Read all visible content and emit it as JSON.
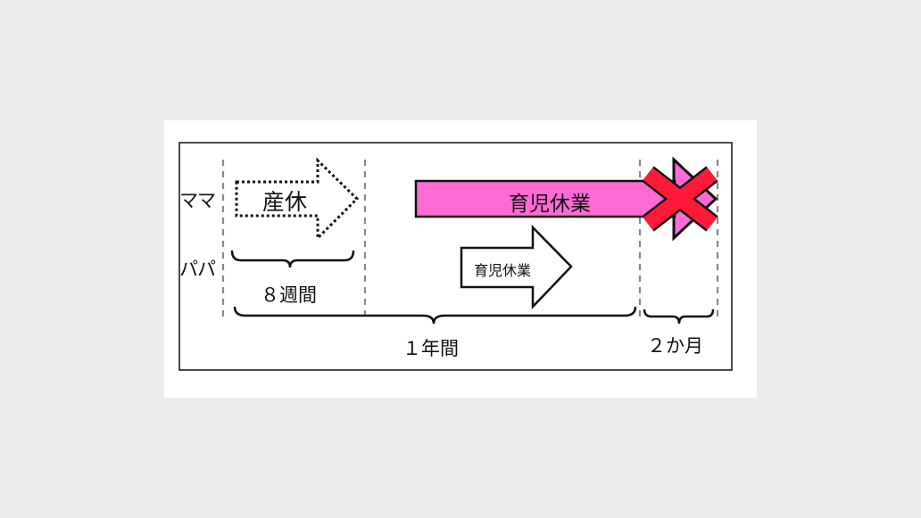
{
  "rows": {
    "mama": "ママ",
    "papa": "パパ"
  },
  "arrows": {
    "maternity_leave": "産休",
    "mama_childcare_leave": "育児休業",
    "papa_childcare_leave": "育児休業"
  },
  "durations": {
    "eight_weeks": "８週間",
    "one_year": "１年間",
    "two_months": "２か月"
  },
  "colors": {
    "childcare_fill": "#ff6ad5",
    "cross": "#ff1a3a",
    "frame": "#111111",
    "dash": "#888888"
  },
  "icons": {
    "not_allowed": "cross-mark-icon"
  }
}
